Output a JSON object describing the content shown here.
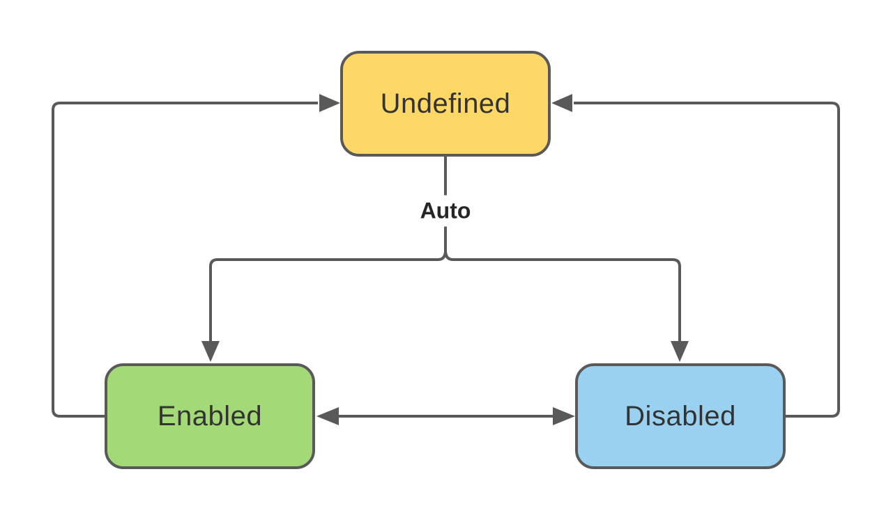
{
  "diagram": {
    "type": "state-machine-diagram",
    "background_color": "#ffffff",
    "connector_color": "#595959",
    "text_color": "#333333",
    "edge_label": "Auto",
    "nodes": [
      {
        "id": "undefined",
        "label": "Undefined",
        "fill": "#FDD866",
        "border": "#595959",
        "position": "top-center"
      },
      {
        "id": "enabled",
        "label": "Enabled",
        "fill": "#A3D977",
        "border": "#595959",
        "position": "bottom-left"
      },
      {
        "id": "disabled",
        "label": "Disabled",
        "fill": "#9AD1F0",
        "border": "#595959",
        "position": "bottom-right"
      }
    ],
    "edges": [
      {
        "from": "Enabled",
        "to": "Undefined",
        "label": "",
        "arrow": "end"
      },
      {
        "from": "Disabled",
        "to": "Undefined",
        "label": "",
        "arrow": "end"
      },
      {
        "from": "Undefined",
        "to": "Enabled",
        "label": "Auto",
        "arrow": "end"
      },
      {
        "from": "Undefined",
        "to": "Disabled",
        "label": "Auto",
        "arrow": "end"
      },
      {
        "from": "Enabled",
        "to": "Disabled",
        "label": "",
        "arrow": "both"
      }
    ]
  }
}
